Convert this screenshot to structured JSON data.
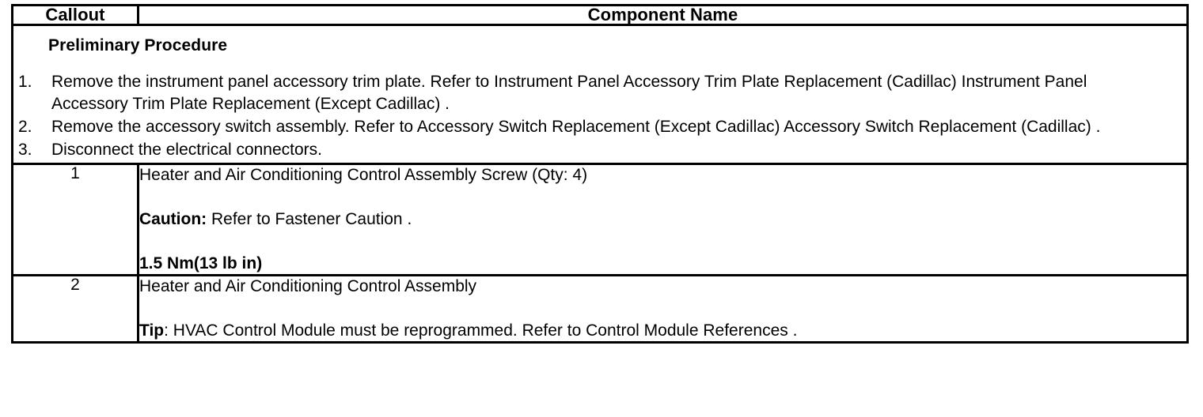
{
  "table": {
    "headers": {
      "callout": "Callout",
      "component_name": "Component Name"
    },
    "preliminary": {
      "heading": "Preliminary Procedure",
      "steps": [
        {
          "number": "1.",
          "text": "Remove the instrument panel accessory trim plate. Refer to Instrument Panel Accessory Trim Plate Replacement (Cadillac) Instrument Panel Accessory Trim Plate Replacement (Except Cadillac) ."
        },
        {
          "number": "2.",
          "text": "Remove the accessory switch assembly. Refer to Accessory Switch Replacement (Except Cadillac) Accessory Switch Replacement (Cadillac) ."
        },
        {
          "number": "3.",
          "text": "Disconnect the electrical connectors."
        }
      ]
    },
    "rows": [
      {
        "callout": "1",
        "component": "Heater and Air Conditioning Control Assembly Screw (Qty: 4)",
        "note_label": "Caution:",
        "note_text": " Refer to Fastener Caution .",
        "torque": "1.5 Nm(13 lb in)"
      },
      {
        "callout": "2",
        "component": "Heater and Air Conditioning Control Assembly",
        "note_label": "Tip",
        "note_text": ": HVAC Control Module must be reprogrammed. Refer to Control Module References ."
      }
    ]
  },
  "colors": {
    "border": "#000000",
    "text": "#000000",
    "background": "#ffffff"
  }
}
